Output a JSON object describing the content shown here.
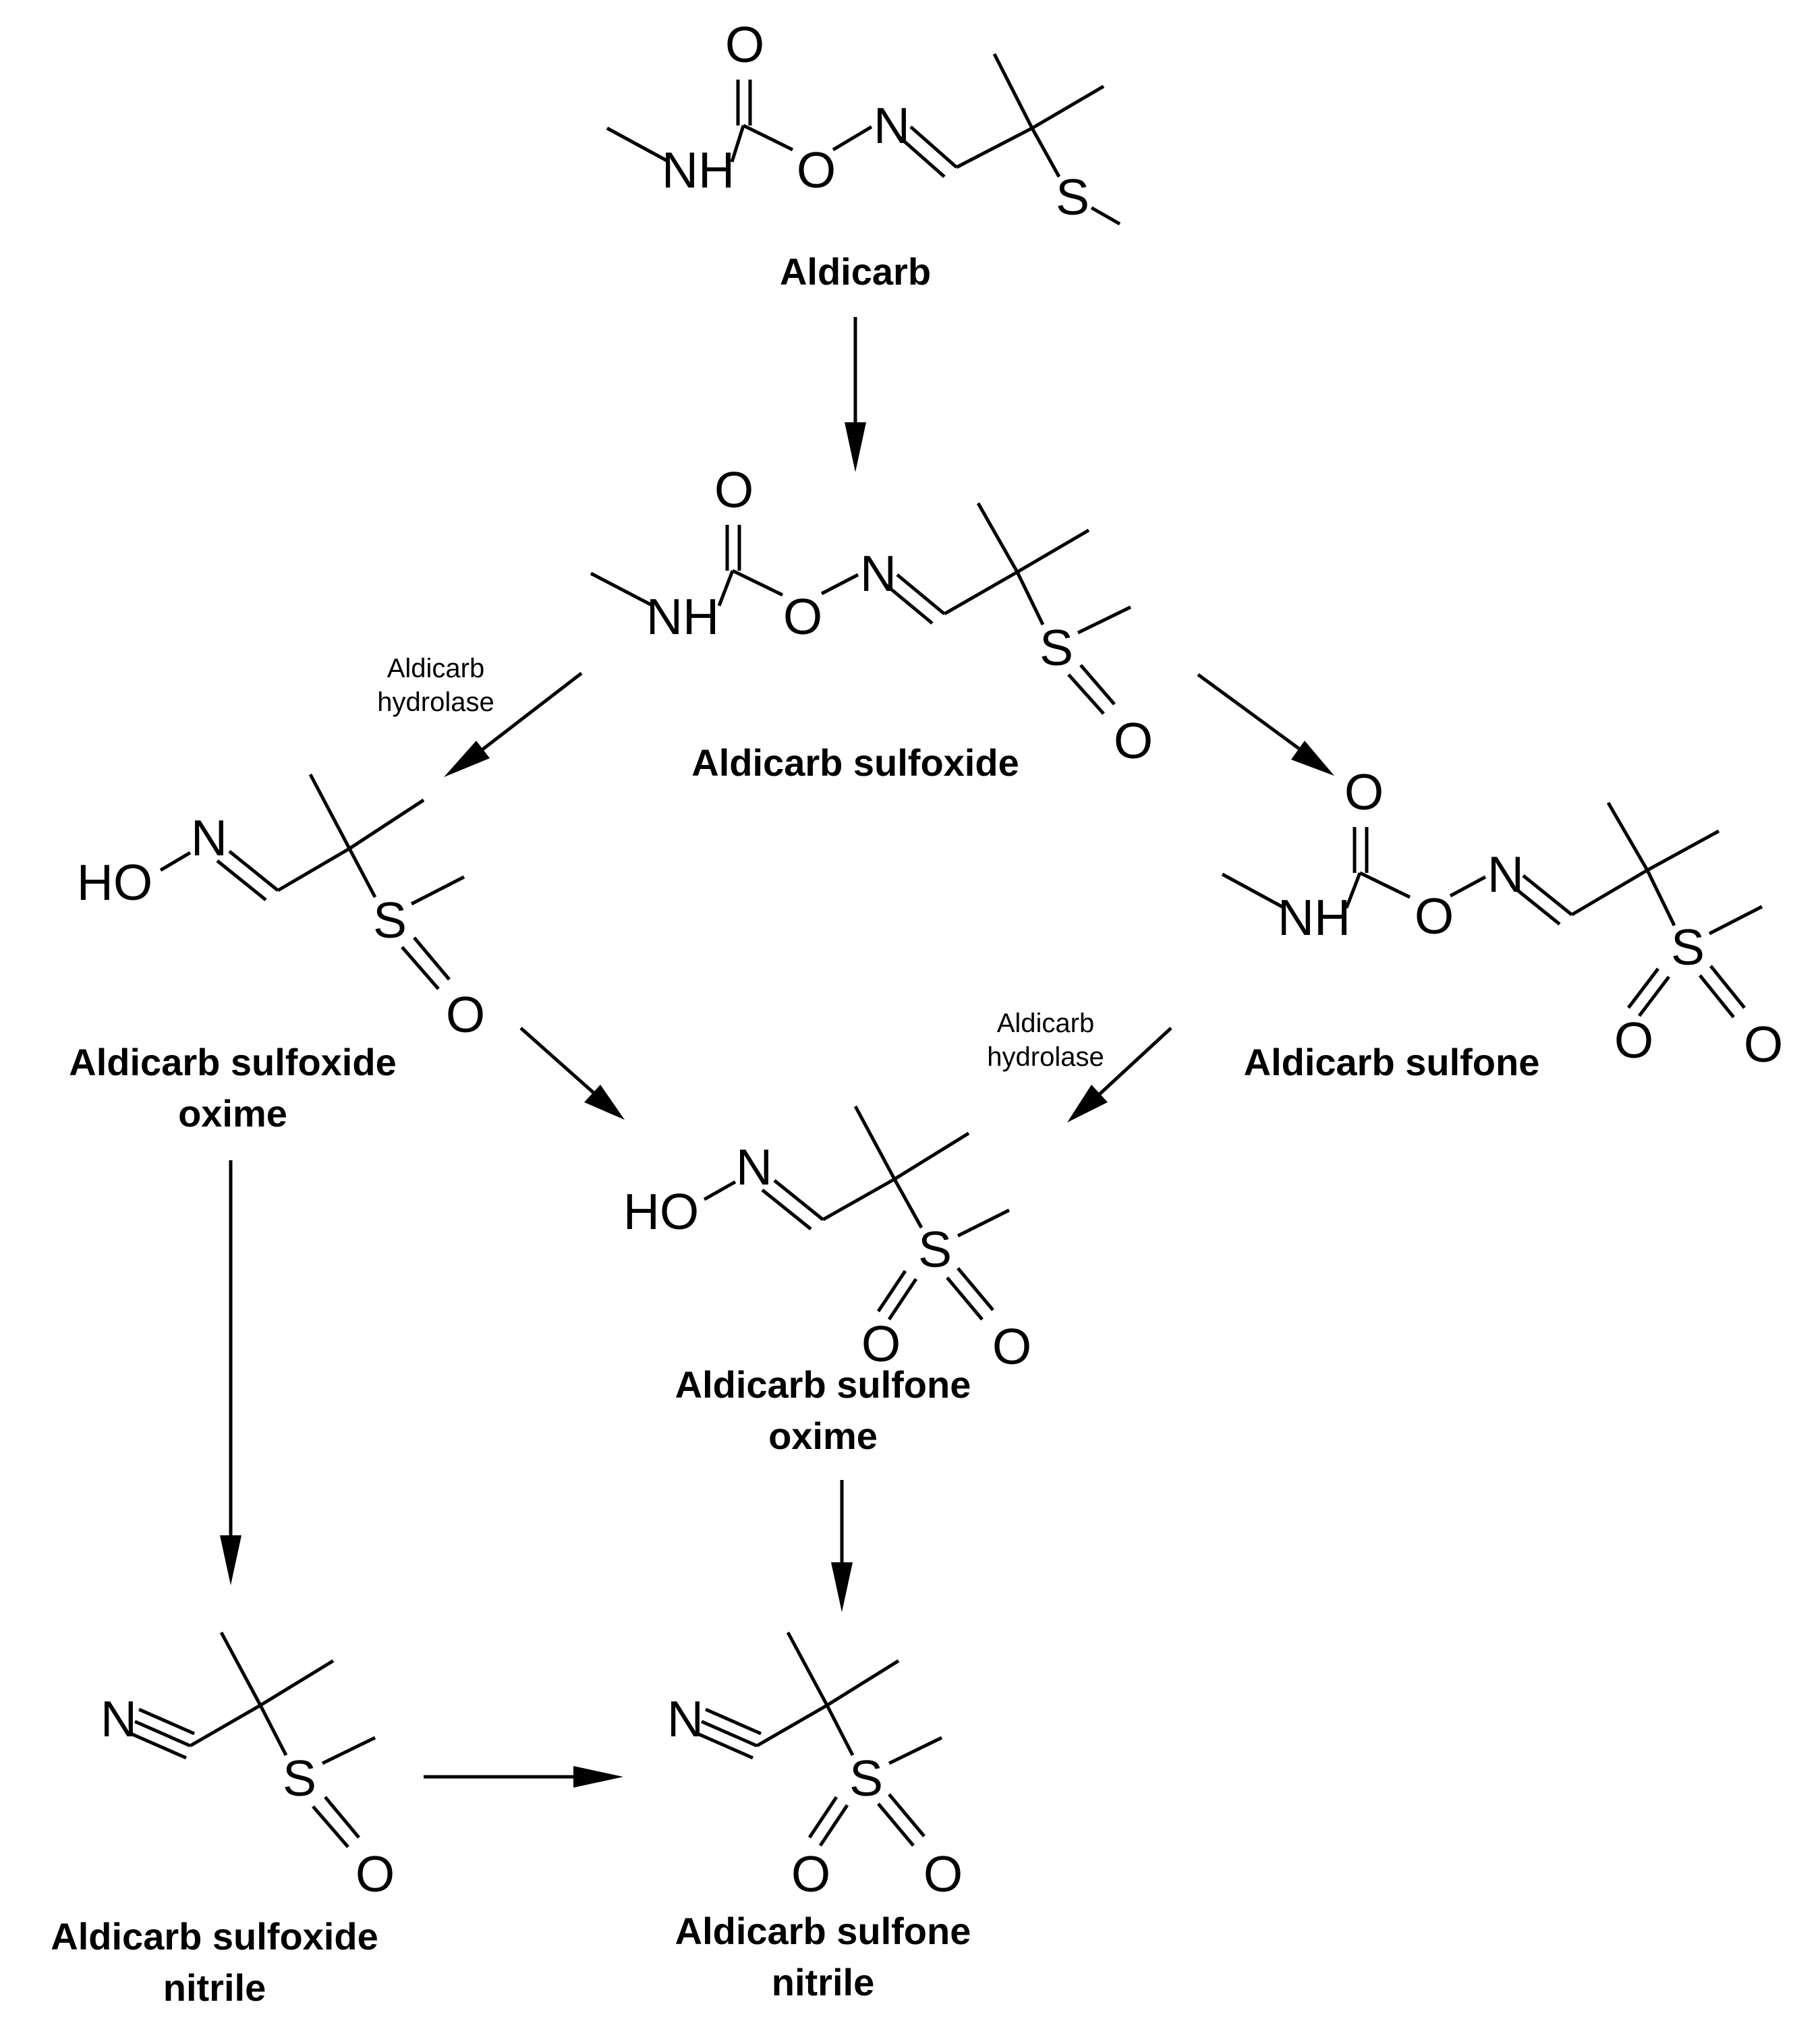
{
  "compounds": {
    "aldicarb": {
      "name": "Aldicarb"
    },
    "sulfoxide": {
      "name": "Aldicarb sulfoxide"
    },
    "sulfoxide_oxime": {
      "name_line1": "Aldicarb sulfoxide",
      "name_line2": "oxime"
    },
    "sulfone": {
      "name": "Aldicarb sulfone"
    },
    "sulfone_oxime": {
      "name_line1": "Aldicarb sulfone",
      "name_line2": "oxime"
    },
    "sulfoxide_nitrile": {
      "name_line1": "Aldicarb sulfoxide",
      "name_line2": "nitrile"
    },
    "sulfone_nitrile": {
      "name_line1": "Aldicarb sulfone",
      "name_line2": "nitrile"
    }
  },
  "enzymes": {
    "left": {
      "line1": "Aldicarb",
      "line2": "hydrolase"
    },
    "right": {
      "line1": "Aldicarb",
      "line2": "hydrolase"
    }
  },
  "atoms": {
    "O": "O",
    "N": "N",
    "S": "S",
    "NH": "NH",
    "HO": "HO"
  }
}
